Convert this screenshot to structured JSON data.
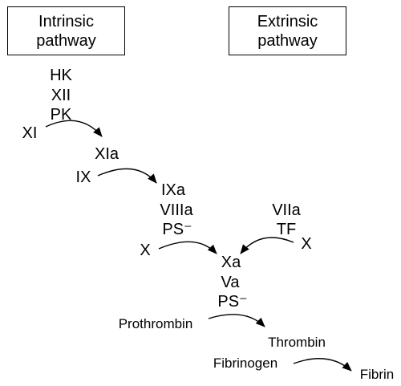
{
  "boxes": {
    "intrinsic": "Intrinsic\npathway",
    "extrinsic": "Extrinsic\npathway"
  },
  "intrinsic_factors": {
    "hk": "HK",
    "xii": "XII",
    "pk": "PK",
    "xi": "XI",
    "xia": "XIa",
    "ix": "IX",
    "ixa": "IXa",
    "viiia": "VIIIa",
    "ps_1": "PS⁻",
    "x_left": "X"
  },
  "extrinsic_factors": {
    "viia": "VIIa",
    "tf": "TF",
    "x_right": "X"
  },
  "common_pathway": {
    "xa": "Xa",
    "va": "Va",
    "ps_2": "PS⁻",
    "prothrombin": "Prothrombin",
    "thrombin": "Thrombin",
    "fibrinogen": "Fibrinogen",
    "fibrin": "Fibrin"
  }
}
